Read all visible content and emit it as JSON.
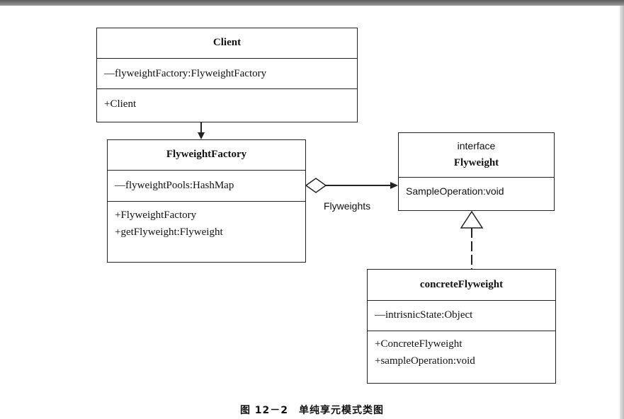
{
  "diagram": {
    "classes": {
      "client": {
        "name": "Client",
        "attributes": [
          "—flyweightFactory:FlyweightFactory"
        ],
        "operations": [
          "+Client"
        ]
      },
      "flyweight_factory": {
        "name": "FlyweightFactory",
        "attributes": [
          "—flyweightPools:HashMap"
        ],
        "operations": [
          "+FlyweightFactory",
          "+getFlyweight:Flyweight"
        ]
      },
      "flyweight": {
        "stereotype": "interface",
        "name": "Flyweight",
        "operations": [
          "SampleOperation:void"
        ]
      },
      "concrete_flyweight": {
        "name": "concreteFlyweight",
        "attributes": [
          "—intrisnicState:Object"
        ],
        "operations": [
          "+ConcreteFlyweight",
          "+sampleOperation:void"
        ]
      }
    },
    "association_label": "Flyweights",
    "relationships": [
      {
        "from": "Client",
        "to": "FlyweightFactory",
        "type": "association"
      },
      {
        "from": "FlyweightFactory",
        "to": "Flyweight",
        "type": "aggregation"
      },
      {
        "from": "concreteFlyweight",
        "to": "Flyweight",
        "type": "realization"
      }
    ]
  },
  "caption": "图 12－2　单纯享元模式类图"
}
